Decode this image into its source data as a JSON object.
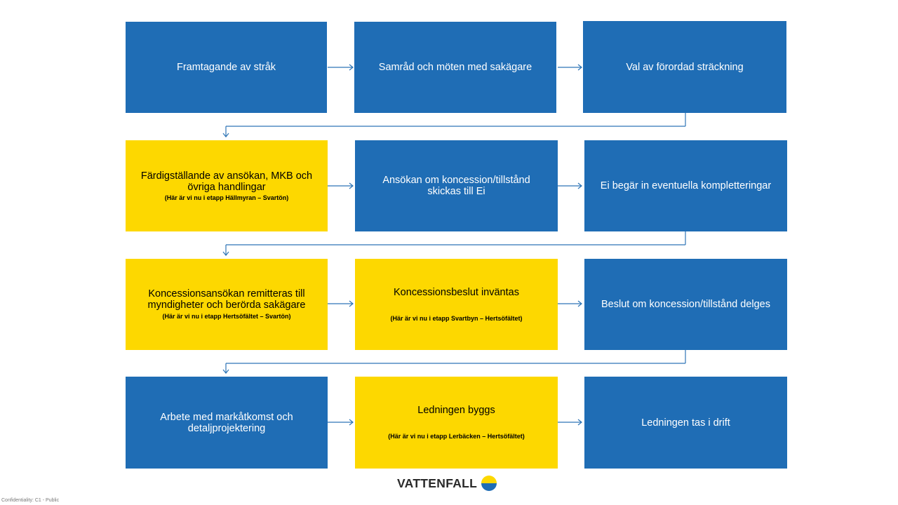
{
  "rows": [
    {
      "boxes": [
        {
          "title": "Framtagande av stråk",
          "note": "",
          "color": "blue"
        },
        {
          "title": "Samråd och möten med sakägare",
          "note": "",
          "color": "blue"
        },
        {
          "title": "Val av förordad sträckning",
          "note": "",
          "color": "blue"
        }
      ]
    },
    {
      "boxes": [
        {
          "title": "Färdigställande av ansökan, MKB och övriga handlingar",
          "note": "(Här är vi nu i etapp Hällmyran – Svartön)",
          "color": "yellow"
        },
        {
          "title": "Ansökan om koncession/tillstånd skickas till Ei",
          "note": "",
          "color": "blue"
        },
        {
          "title": "Ei begär in eventuella kompletteringar",
          "note": "",
          "color": "blue"
        }
      ]
    },
    {
      "boxes": [
        {
          "title": "Koncessionsansökan remitteras till myndigheter och berörda sakägare",
          "note": "(Här är vi nu i etapp Hertsöfältet – Svartön)",
          "color": "yellow"
        },
        {
          "title": "Koncessionsbeslut inväntas",
          "note": "(Här är vi nu i etapp Svartbyn – Hertsöfältet)",
          "color": "yellow"
        },
        {
          "title": "Beslut om koncession/tillstånd delges",
          "note": "",
          "color": "blue"
        }
      ]
    },
    {
      "boxes": [
        {
          "title": "Arbete med markåtkomst och detaljprojektering",
          "note": "",
          "color": "blue"
        },
        {
          "title": "Ledningen byggs",
          "note": "(Här är vi nu i etapp Lerbäcken – Hertsöfältet)",
          "color": "yellow"
        },
        {
          "title": "Ledningen tas i drift",
          "note": "",
          "color": "blue"
        }
      ]
    }
  ],
  "colors": {
    "blue": "#1f6db5",
    "yellow": "#fdd800",
    "connector": "#2e75b6"
  },
  "logo": {
    "text": "VATTENFALL"
  },
  "footer": {
    "confidentiality": "Confidentiality:  C1 - Public"
  }
}
